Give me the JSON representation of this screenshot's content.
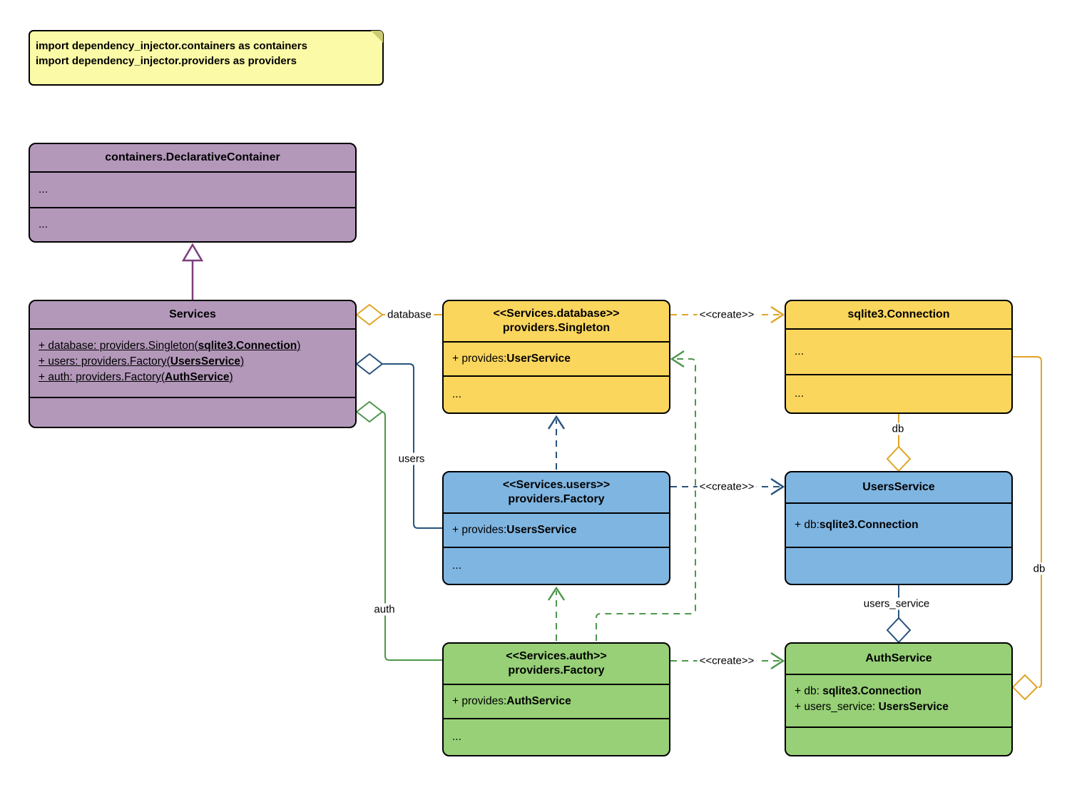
{
  "note": {
    "lines": [
      "import dependency_injector.containers as containers",
      "import dependency_injector.providers as providers"
    ]
  },
  "classes": {
    "declarative_container": {
      "title": "containers.DeclarativeContainer",
      "rows": [
        "...",
        "..."
      ]
    },
    "services": {
      "title": "Services",
      "attrs": [
        {
          "pre": "+ database: providers.Singleton(",
          "bold": "sqlite3.Connection",
          "post": ")"
        },
        {
          "pre": "+ users: providers.Factory(",
          "bold": "UsersService",
          "post": ")"
        },
        {
          "pre": "+ auth: providers.Factory(",
          "bold": "AuthService",
          "post": ")"
        }
      ]
    },
    "database_singleton": {
      "stereotype": "<<Services.database>>",
      "title": "providers.Singleton",
      "provides_pre": "+ provides: ",
      "provides_bold": "UserService",
      "dots": "..."
    },
    "sqlite_connection": {
      "title": "sqlite3.Connection",
      "rows": [
        "...",
        "..."
      ]
    },
    "users_factory": {
      "stereotype": "<<Services.users>>",
      "title": "providers.Factory",
      "provides_pre": "+ provides: ",
      "provides_bold": "UsersService",
      "dots": "..."
    },
    "users_service": {
      "title": "UsersService",
      "attrs": [
        {
          "pre": "+ db: ",
          "bold": "sqlite3.Connection",
          "post": ""
        }
      ]
    },
    "auth_factory": {
      "stereotype": "<<Services.auth>>",
      "title": "providers.Factory",
      "provides_pre": "+ provides: ",
      "provides_bold": "AuthService",
      "dots": "..."
    },
    "auth_service": {
      "title": "AuthService",
      "attrs": [
        {
          "pre": "+ db: ",
          "bold": "sqlite3.Connection",
          "post": ""
        },
        {
          "pre": "+ users_service: ",
          "bold": "UsersService",
          "post": ""
        }
      ]
    }
  },
  "edge_labels": {
    "database": "database",
    "users": "users",
    "auth": "auth",
    "create": "<<create>>",
    "db": "db",
    "users_service": "users_service",
    "db_right": "db"
  },
  "colors": {
    "purple_fill": "#B398BA",
    "purple_stroke": "#7D3E7D",
    "yellow_fill": "#FBD65D",
    "yellow_stroke": "#E0A526",
    "blue_fill": "#7FB5E1",
    "blue_stroke": "#28537E",
    "green_fill": "#97D077",
    "green_stroke": "#4D974B",
    "note_fill": "#FBFBA7",
    "border": "#000000"
  }
}
